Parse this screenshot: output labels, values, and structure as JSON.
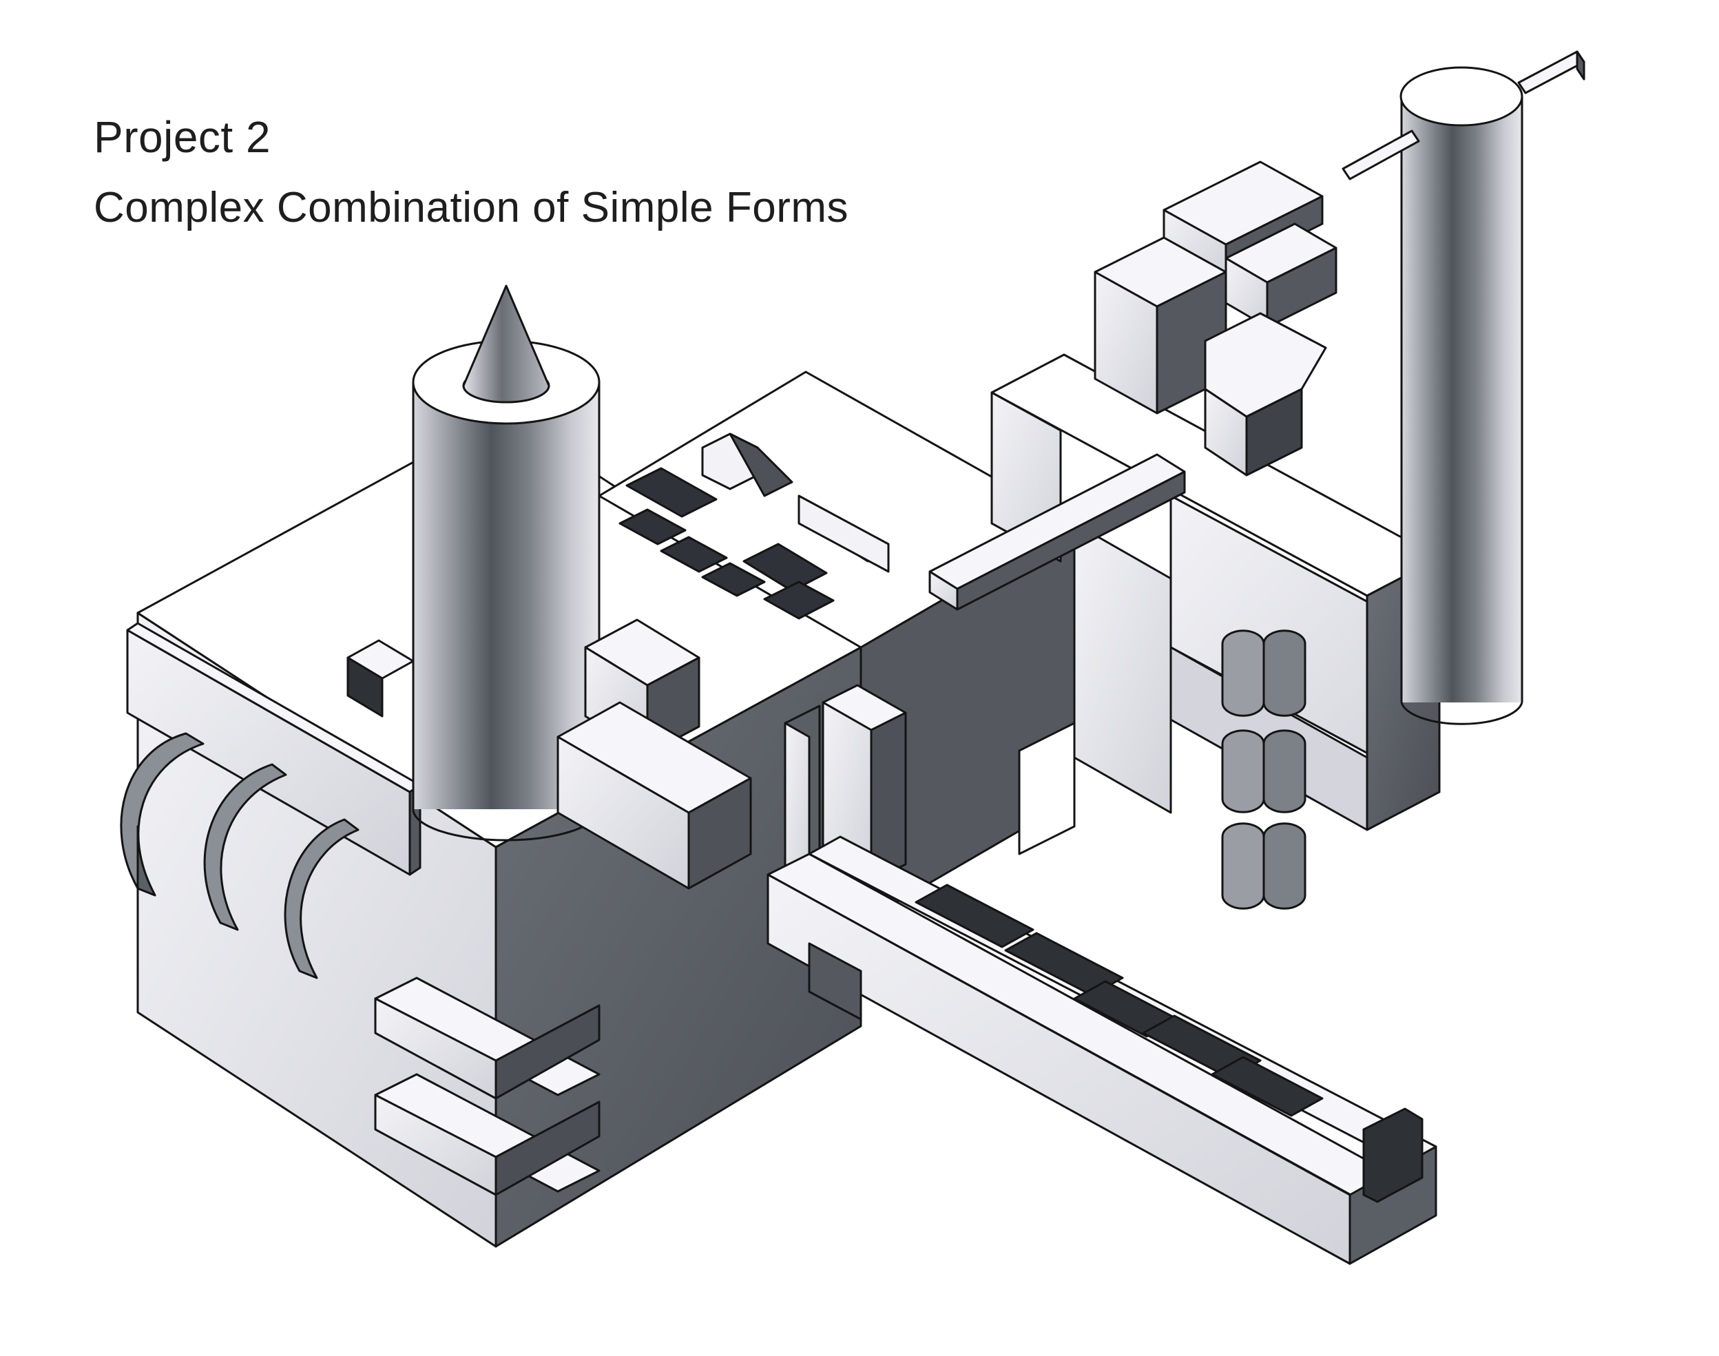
{
  "sheet": {
    "project_label": "Project 2",
    "subtitle": "Complex Combination of Simple Forms"
  },
  "drawing": {
    "medium": "pen and marker shading",
    "palette": {
      "paper": "#ffffff",
      "ink": "#141414",
      "face_light": "#e9e9ef",
      "face_mid": "#9a9da4",
      "face_dark": "#5d6167",
      "highlight": "#f6f6fa"
    }
  }
}
